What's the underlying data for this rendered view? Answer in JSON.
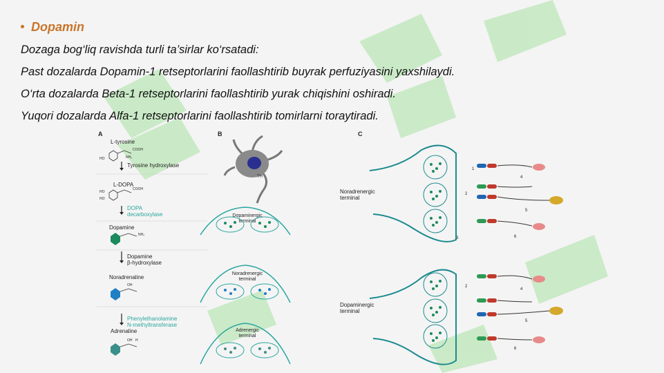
{
  "slide": {
    "title": "Dopamin",
    "lines": [
      "Dozaga bog‘liq ravishda turli ta’sirlar ko‘rsatadi:",
      "Past dozalarda Dopamin-1 retseptorlarini faollashtirib buyrak perfuziyasini yaxshilaydi.",
      "O‘rta dozalarda Beta-1 retseptorlarini faollashtirib yurak chiqishini oshiradi.",
      "Yuqori dozalarda Alfa-1 retseptorlarini faollashtirib tomirlarni toraytiradi."
    ]
  },
  "figure": {
    "panel_a": {
      "label": "A",
      "compounds": [
        "L-tyrosine",
        "L-DOPA",
        "Dopamine",
        "Noradrenaline",
        "Adrenaline"
      ],
      "enzymes": [
        "Tyrosine hydroxylase",
        "DOPA\ndecarboxylase",
        "Dopamine\nβ-hydroxylase",
        "Phenylethanolamine\nN-methyltransferase"
      ],
      "groups": {
        "cooh": "COOH",
        "nh2": "NH₂",
        "ho": "HO",
        "oh": "OH",
        "h": "H"
      }
    },
    "panel_b": {
      "label": "B",
      "th_label": "TH",
      "terminals": [
        "Dopaminergic\nterminal",
        "Noradrenergic\nterminal",
        "Adrenergic\nterminal"
      ]
    },
    "panel_c": {
      "label": "C",
      "terminals": [
        "Noradrenergic\nterminal",
        "Dopaminergic\nterminal"
      ],
      "numbers_top": [
        "1",
        "2",
        "3",
        "4",
        "5",
        "6"
      ],
      "numbers_bottom": [
        "2",
        "4",
        "5",
        "6"
      ]
    }
  },
  "colors": {
    "title": "#c8752b",
    "teal": "#1b8a8e",
    "green": "#2e9a54",
    "blue": "#1f66b3",
    "red": "#c0392b",
    "gold": "#d4a82a",
    "watermark": "#a9e2a4"
  }
}
